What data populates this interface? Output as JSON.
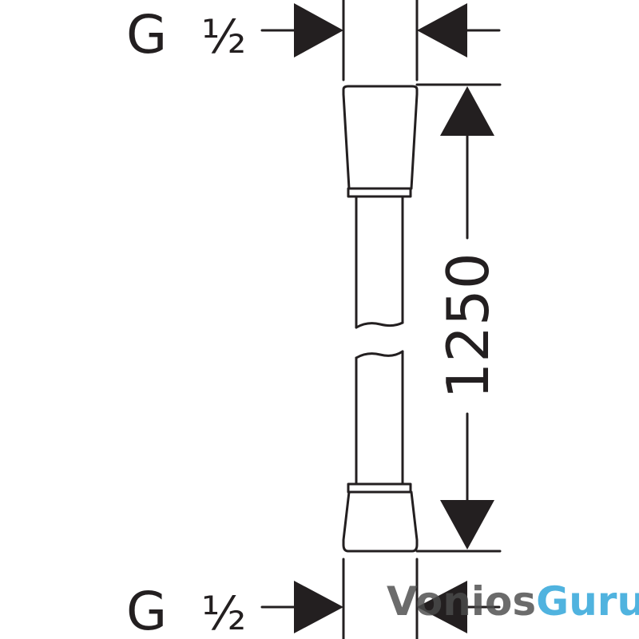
{
  "drawing": {
    "top_thread": {
      "letter": "G",
      "size": "½"
    },
    "bottom_thread": {
      "letter": "G",
      "size": "½"
    },
    "length_dimension": "1250",
    "line_color": "#231f20"
  },
  "watermark": {
    "text_before": "Vonios",
    "text_after": "Guru",
    "accent_color": "#2aa3d9",
    "icon": "water-drop-icon"
  }
}
